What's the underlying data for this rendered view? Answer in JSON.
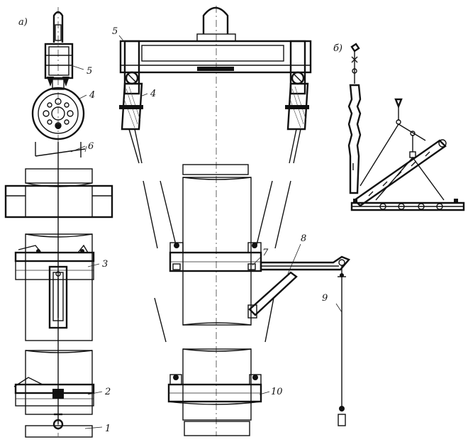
{
  "labels": {
    "view_a": "а)",
    "view_b": "б)",
    "l1": "1",
    "l2": "2",
    "l3": "3",
    "l4_left": "4",
    "l4_mid": "4",
    "l5_left": "5",
    "l5_mid": "5",
    "l6": "6",
    "l7": "7",
    "l8": "8",
    "l9": "9",
    "l10": "10"
  }
}
